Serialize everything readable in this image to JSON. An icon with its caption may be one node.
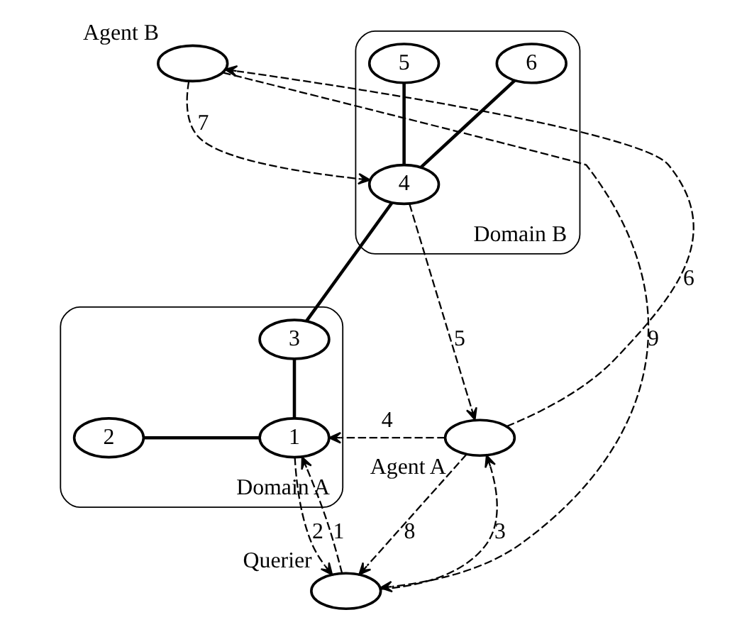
{
  "diagram": {
    "nodes": [
      {
        "text": [],
        "shape": "ellipse",
        "beside": [
          "Agent B"
        ]
      },
      {
        "text": [
          "Domain B"
        ]
      },
      {
        "text": [
          "6"
        ],
        "in": 1
      },
      {
        "text": [
          "5"
        ],
        "in": 1
      },
      {
        "text": [
          "4"
        ],
        "in": 1
      },
      {
        "text": [],
        "shape": "ellipse",
        "beside": [
          "Agent A"
        ]
      },
      {
        "text": [
          "Domain A"
        ]
      },
      {
        "text": [
          "3"
        ],
        "in": 6
      },
      {
        "text": [
          "2"
        ],
        "in": 6
      },
      {
        "text": [
          "1"
        ],
        "in": 6
      },
      {
        "text": [],
        "shape": "ellipse",
        "beside": [
          "Querier"
        ]
      }
    ],
    "edges": [
      {
        "from": 2,
        "to": 4,
        "arrow": "none"
      },
      {
        "from": 3,
        "to": 4,
        "arrow": "none"
      },
      {
        "from": 4,
        "to": 7,
        "arrow": "none"
      },
      {
        "from": 7,
        "to": 9,
        "arrow": "none"
      },
      {
        "from": 9,
        "to": 8,
        "arrow": "none"
      },
      {
        "from": 10,
        "to": 9,
        "arrow": "to",
        "label": "1",
        "style": "dashed"
      },
      {
        "from": 9,
        "to": 10,
        "arrow": "to",
        "label": "2",
        "style": "dashed"
      },
      {
        "from": 10,
        "to": 5,
        "arrow": "to",
        "label": "3",
        "style": "dashed"
      },
      {
        "from": 5,
        "to": 9,
        "arrow": "to",
        "label": "4",
        "style": "dashed"
      },
      {
        "from": 4,
        "to": 5,
        "arrow": "to",
        "label": "5",
        "style": "dashed"
      },
      {
        "from": 5,
        "to": 0,
        "arrow": "to",
        "label": "6",
        "style": "dashed"
      },
      {
        "from": 0,
        "to": 4,
        "arrow": "to",
        "label": "7",
        "style": "dashed"
      },
      {
        "from": 5,
        "to": 10,
        "arrow": "to",
        "label": "8",
        "style": "dashed"
      },
      {
        "from": 0,
        "to": 10,
        "arrow": "to",
        "label": "9",
        "style": "dashed"
      }
    ]
  }
}
